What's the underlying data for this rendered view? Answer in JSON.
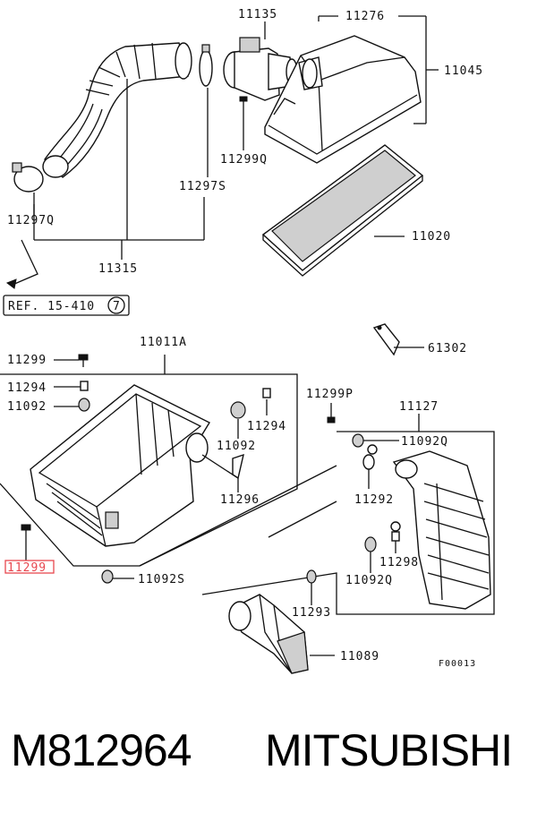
{
  "callouts": {
    "p11135": "11135",
    "p11276": "11276",
    "p11045": "11045",
    "p11299Q": "11299Q",
    "p11297S": "11297S",
    "p11297Q": "11297Q",
    "p11020": "11020",
    "p11315": "11315",
    "ref": "REF. 15-410",
    "ref_num": "7",
    "p61302": "61302",
    "p11011A": "11011A",
    "p11299_top": "11299",
    "p11294_left": "11294",
    "p11092_left": "11092",
    "p11294_right": "11294",
    "p11092_right": "11092",
    "p11296": "11296",
    "p11299P": "11299P",
    "p11127": "11127",
    "p11092Q_top": "11092Q",
    "p11292": "11292",
    "p11298": "11298",
    "p11092Q_bottom": "11092Q",
    "p11293": "11293",
    "p11299_highlight": "11299",
    "p11092S": "11092S",
    "p11089": "11089",
    "figure_code": "F00013"
  },
  "caption": {
    "part_number": "M812964",
    "brand": "MITSUBISHI"
  },
  "colors": {
    "highlight": "#e8474f",
    "line": "#111111"
  }
}
